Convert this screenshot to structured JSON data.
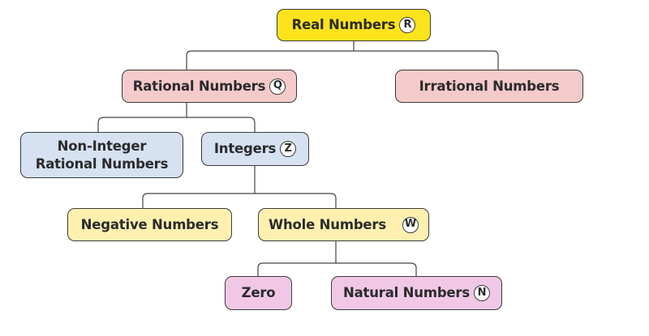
{
  "diagram": {
    "nodes": {
      "real": {
        "label": "Real Numbers",
        "symbol": "R"
      },
      "rational": {
        "label": "Rational Numbers",
        "symbol": "Q"
      },
      "irrational": {
        "label": "Irrational Numbers"
      },
      "non_integer": {
        "label_line1": "Non-Integer",
        "label_line2": "Rational Numbers"
      },
      "integers": {
        "label": "Integers",
        "symbol": "Z"
      },
      "negative": {
        "label": "Negative Numbers"
      },
      "whole": {
        "label": "Whole Numbers",
        "symbol": "W"
      },
      "zero": {
        "label": "Zero"
      },
      "natural": {
        "label": "Natural Numbers",
        "symbol": "N"
      }
    },
    "edges": [
      {
        "from": "Real Numbers",
        "to": "Rational Numbers"
      },
      {
        "from": "Real Numbers",
        "to": "Irrational Numbers"
      },
      {
        "from": "Rational Numbers",
        "to": "Non-Integer Rational Numbers"
      },
      {
        "from": "Rational Numbers",
        "to": "Integers"
      },
      {
        "from": "Integers",
        "to": "Negative Numbers"
      },
      {
        "from": "Integers",
        "to": "Whole Numbers"
      },
      {
        "from": "Whole Numbers",
        "to": "Zero"
      },
      {
        "from": "Whole Numbers",
        "to": "Natural Numbers"
      }
    ],
    "colors": {
      "real": "#fde31c",
      "rational_level": "#f5caca",
      "integer_level": "#d6e1f2",
      "whole_level": "#fff0b0",
      "natural_level": "#f0c8e6"
    }
  }
}
